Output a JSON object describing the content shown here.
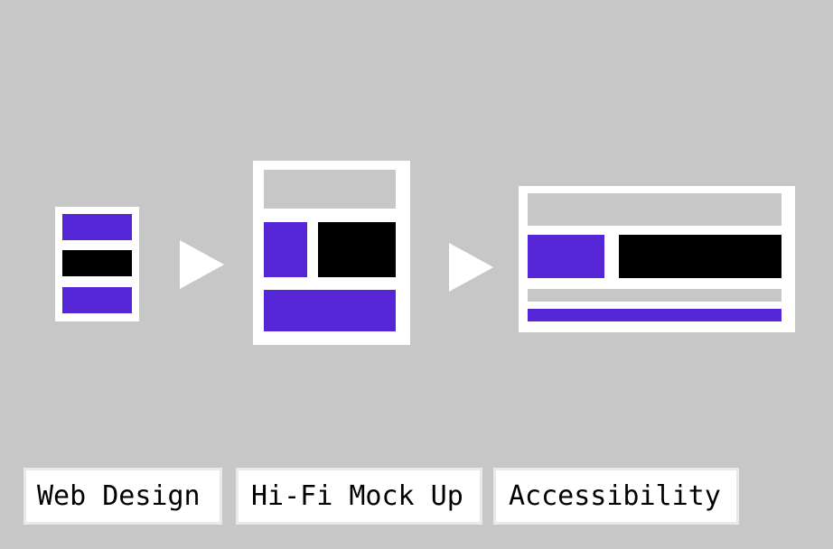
{
  "colors": {
    "background": "#c7c7c7",
    "frame": "#ffffff",
    "accent": "#5526d6",
    "content": "#000000",
    "label_border": "#e9e9e9"
  },
  "labels": {
    "web_design": "Web Design",
    "hifi_mockup": "Hi-Fi Mock Up",
    "accessibility": "Accessibility"
  },
  "icons": {
    "mobile": "mobile-layout-icon",
    "tablet": "tablet-layout-icon",
    "desktop": "desktop-layout-icon",
    "arrow": "arrow-right-icon"
  }
}
